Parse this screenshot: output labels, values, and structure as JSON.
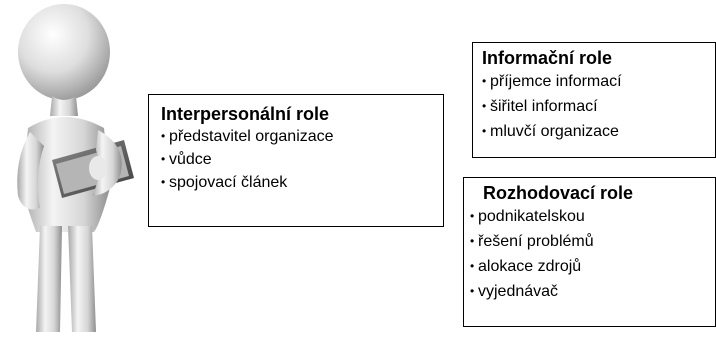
{
  "boxes": {
    "interpersonal": {
      "title": "Interpersonální role",
      "items": [
        "představitel organizace",
        "vůdce",
        "spojovací článek"
      ]
    },
    "informacni": {
      "title": "Informační role",
      "items": [
        "příjemce informací",
        "šiřitel informací",
        "mluvčí organizace"
      ]
    },
    "rozhodovaci": {
      "title": "Rozhodovací role",
      "items": [
        "podnikatelskou",
        "řešení problémů",
        "alokace zdrojů",
        "vyjednávač"
      ]
    }
  },
  "figure": {
    "icon": "person-with-tablet-icon"
  }
}
